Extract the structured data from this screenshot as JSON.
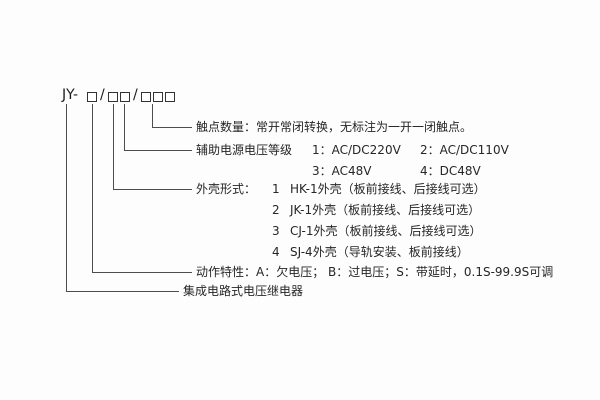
{
  "colors": {
    "background": "#fdfdfd",
    "line": "#4d4d4d",
    "text": "#262626"
  },
  "model": {
    "prefix": "JY-",
    "separator": "/",
    "box_groups": [
      1,
      2,
      3
    ]
  },
  "labels": {
    "contact_count": "触点数量：常开常闭转换，无标注为一开一闭触点。",
    "aux_power": {
      "title": "辅助电源电压等级",
      "opt1": "1：AC/DC220V",
      "opt2": "2：AC/DC110V",
      "opt3": "3：AC48V",
      "opt4": "4：DC48V"
    },
    "shell": {
      "title": "外壳形式：",
      "options": [
        {
          "num": "1",
          "desc": "HK-1外壳（板前接线、后接线可选）"
        },
        {
          "num": "2",
          "desc": "JK-1外壳（板前接线、后接线可选）"
        },
        {
          "num": "3",
          "desc": "CJ-1外壳（板前接线、后接线可选）"
        },
        {
          "num": "4",
          "desc": "SJ-4外壳（导轨安装、板前接线）"
        }
      ]
    },
    "action": "动作特性：A：欠电压； B：过电压；S：带延时，0.1S-99.9S可调",
    "product": "集成电路式电压继电器"
  }
}
